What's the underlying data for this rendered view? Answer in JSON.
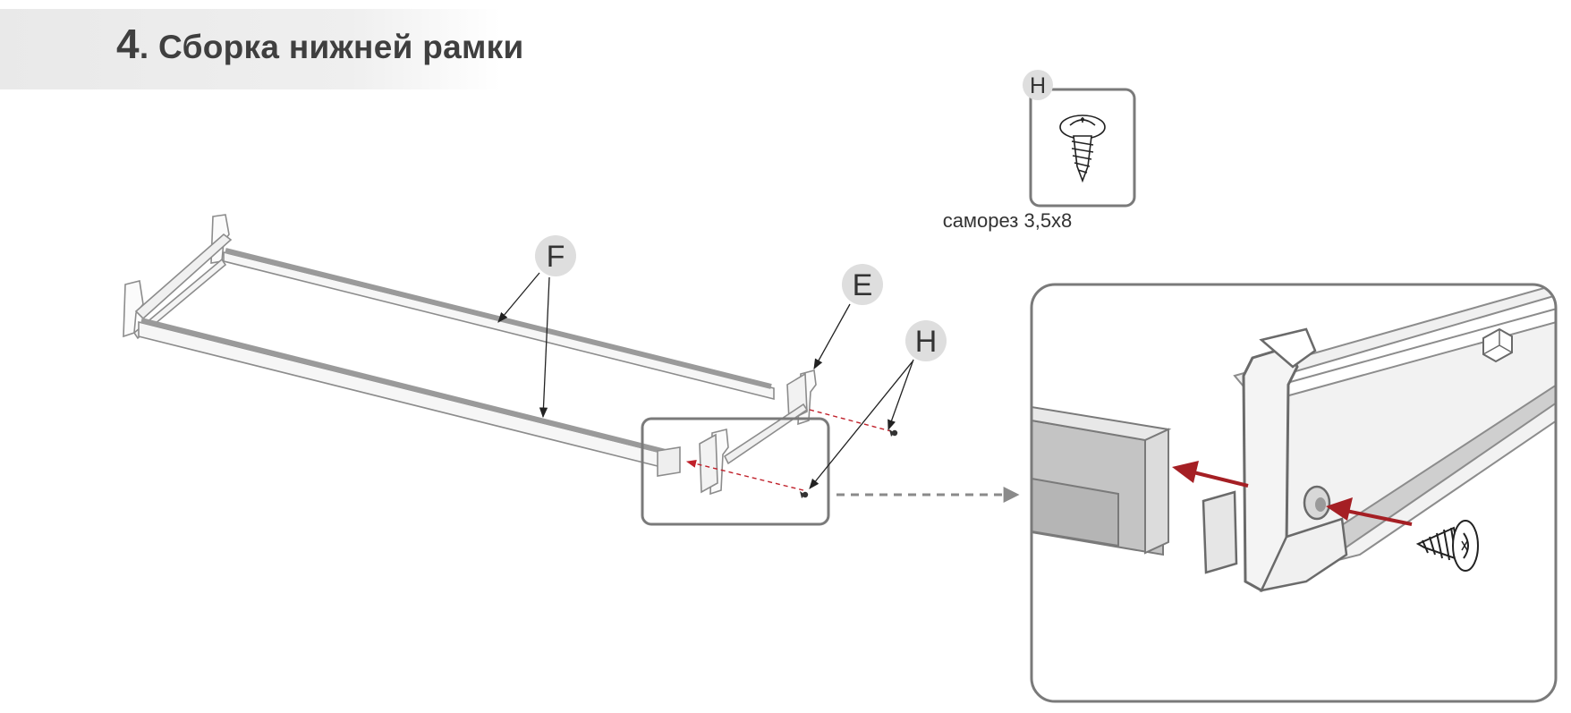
{
  "step": {
    "number": "4",
    "title": ". Сборка нижней рамки"
  },
  "hardware": {
    "letter": "H",
    "caption": "саморез 3,5x8",
    "icon": "self-tapping-screw-icon"
  },
  "callouts": {
    "f": "F",
    "e": "E",
    "h": "H"
  },
  "colors": {
    "accent_arrow": "#a51f24",
    "outline": "#7a7a7a",
    "label_circle": "#dedede"
  }
}
